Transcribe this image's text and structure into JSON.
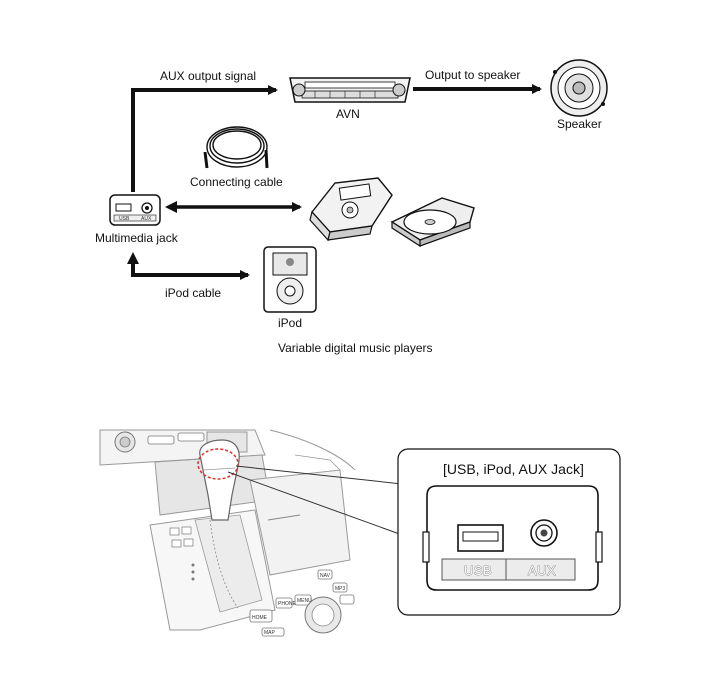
{
  "top_diagram": {
    "aux_output_signal": "AUX output signal",
    "avn": "AVN",
    "output_to_speaker": "Output to speaker",
    "speaker": "Speaker",
    "connecting_cable": "Connecting cable",
    "multimedia_jack": "Multimedia jack",
    "ipod_cable": "iPod cable",
    "ipod": "iPod",
    "caption": "Variable digital music players",
    "jack_usb": "USB",
    "jack_aux": "AUX"
  },
  "bottom_diagram": {
    "callout_title": "[USB, iPod, AUX Jack]",
    "usb_label": "USB",
    "aux_label": "AUX",
    "console_buttons": [
      "HOME",
      "PHONE",
      "MENU",
      "MAP",
      "NAV",
      "MP3"
    ]
  },
  "colors": {
    "line": "#111111",
    "highlight_circle": "#d9362b",
    "console_shade": "#e6e6e6"
  }
}
